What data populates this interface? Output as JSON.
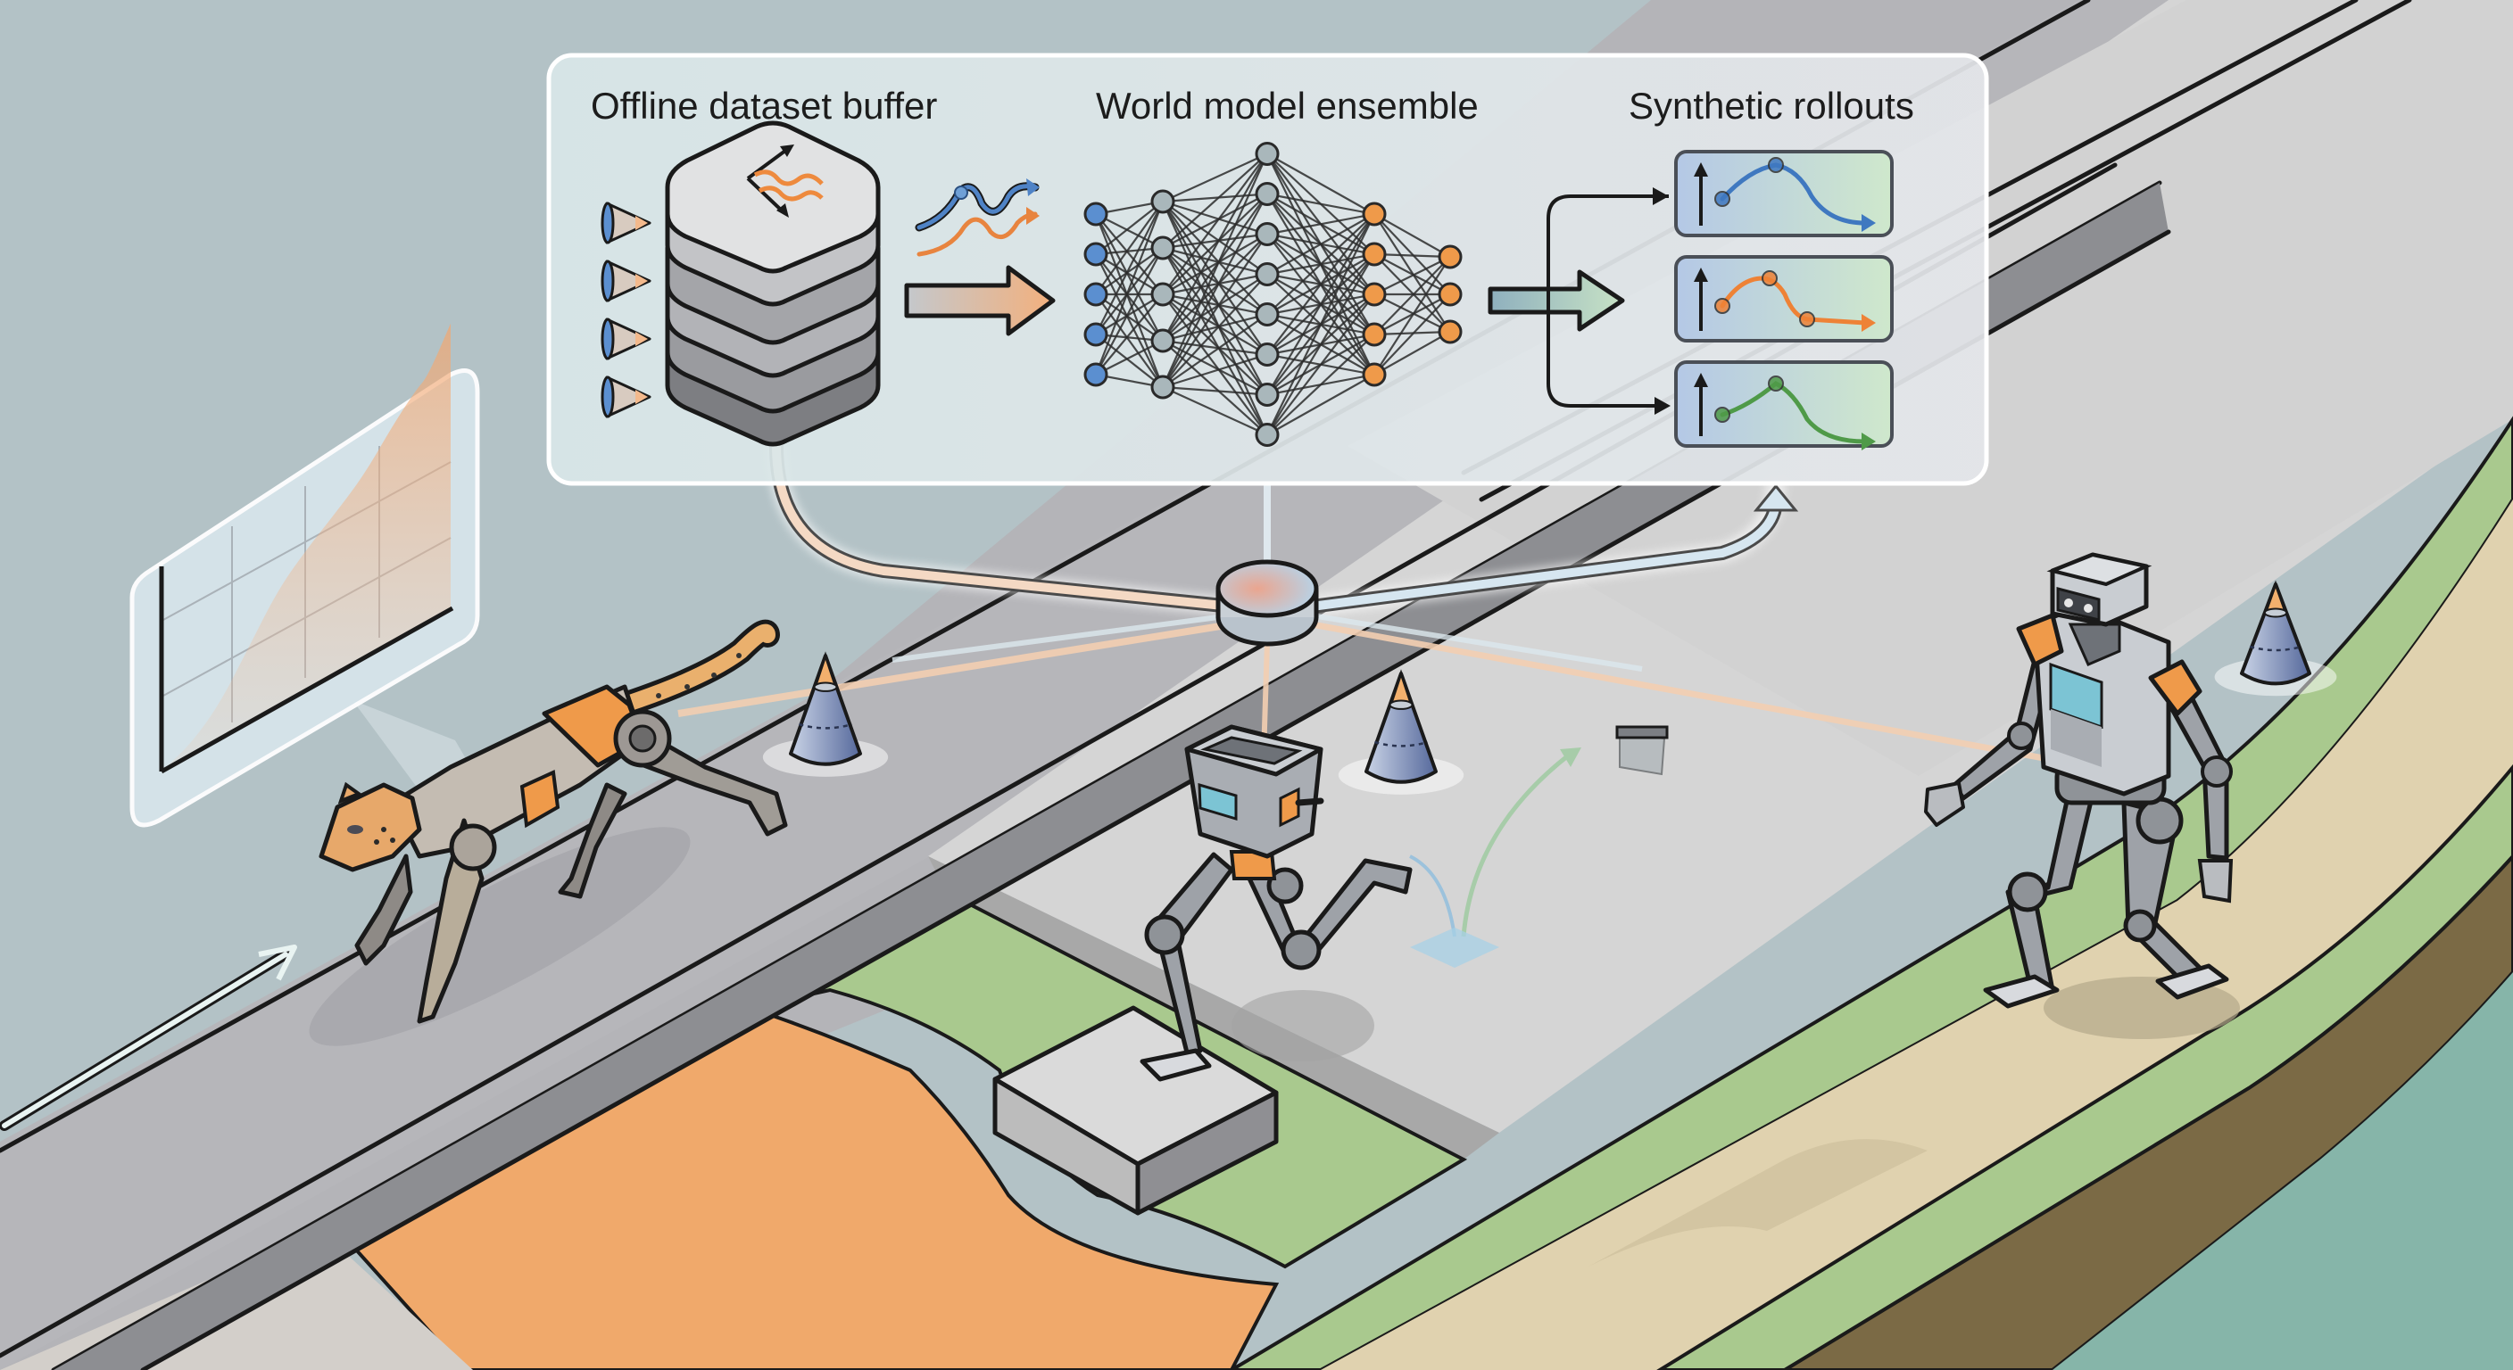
{
  "diagram": {
    "panel": {
      "sections": [
        {
          "title": "Offline dataset buffer"
        },
        {
          "title": "World model ensemble"
        },
        {
          "title": "Synthetic rollouts"
        }
      ]
    },
    "network": {
      "layers": [
        5,
        5,
        8,
        5,
        3
      ],
      "layer_colors": [
        "#5b8fd0",
        "#a9b7bb",
        "#a9b7bb",
        "#ef9a4a",
        "#ef9a4a"
      ]
    },
    "rollouts": [
      {
        "color": "#3f78c0"
      },
      {
        "color": "#ee8236"
      },
      {
        "color": "#4f9a48"
      }
    ],
    "agents": [
      "cheetah-robot",
      "hopper-robot",
      "humanoid-robot"
    ],
    "colors": {
      "background": "#b3c2c6",
      "road": "#b8b8bc",
      "floor": "#d6d6d6",
      "grass": "#a9c98e",
      "sand": "#e0d2af",
      "orange_terrain": "#f0a96b",
      "water": "#86b5a9",
      "accent_orange": "#ef9a4a",
      "accent_blue": "#5b8fd0"
    }
  }
}
